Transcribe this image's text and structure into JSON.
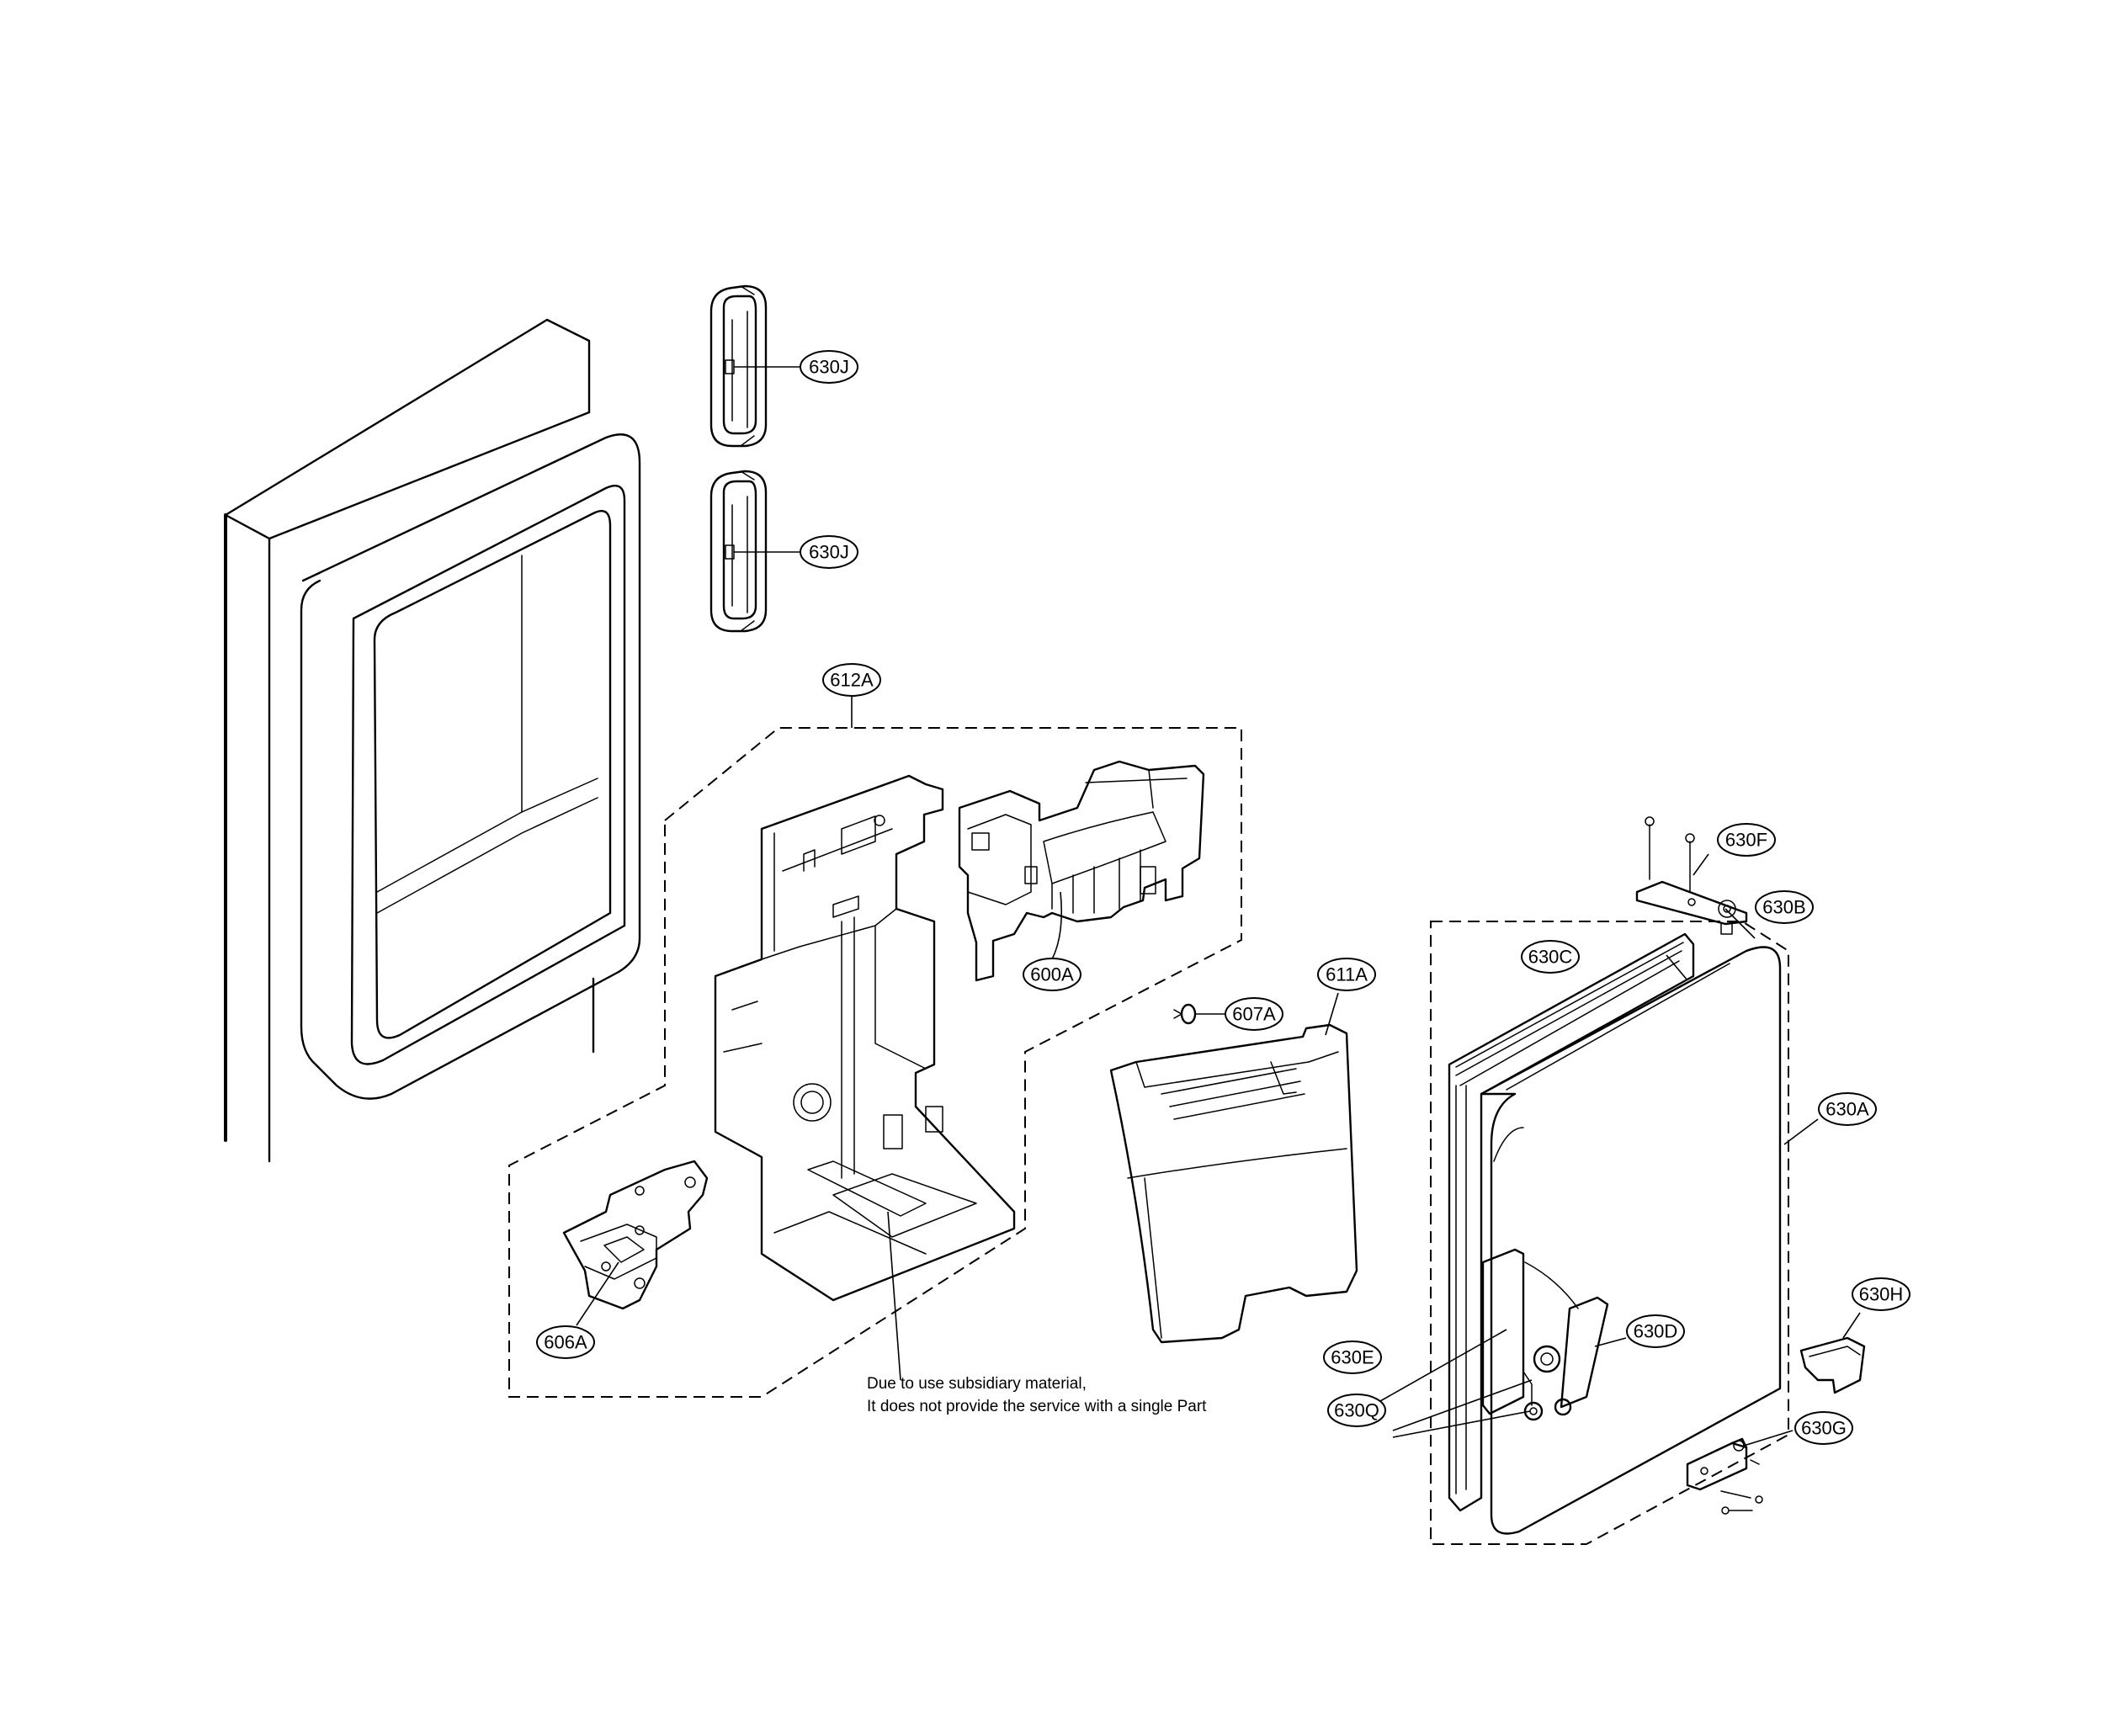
{
  "labels": {
    "l630J_top": "630J",
    "l630J_bottom": "630J",
    "l612A": "612A",
    "l600A": "600A",
    "l606A": "606A",
    "l607A": "607A",
    "l611A": "611A",
    "l630F": "630F",
    "l630B": "630B",
    "l630C": "630C",
    "l630A": "630A",
    "l630H": "630H",
    "l630D": "630D",
    "l630E": "630E",
    "l630Q": "630Q",
    "l630G": "630G"
  },
  "note": {
    "line1": "Due to use subsidiary material,",
    "line2": "It does not provide the service with a single Part"
  }
}
